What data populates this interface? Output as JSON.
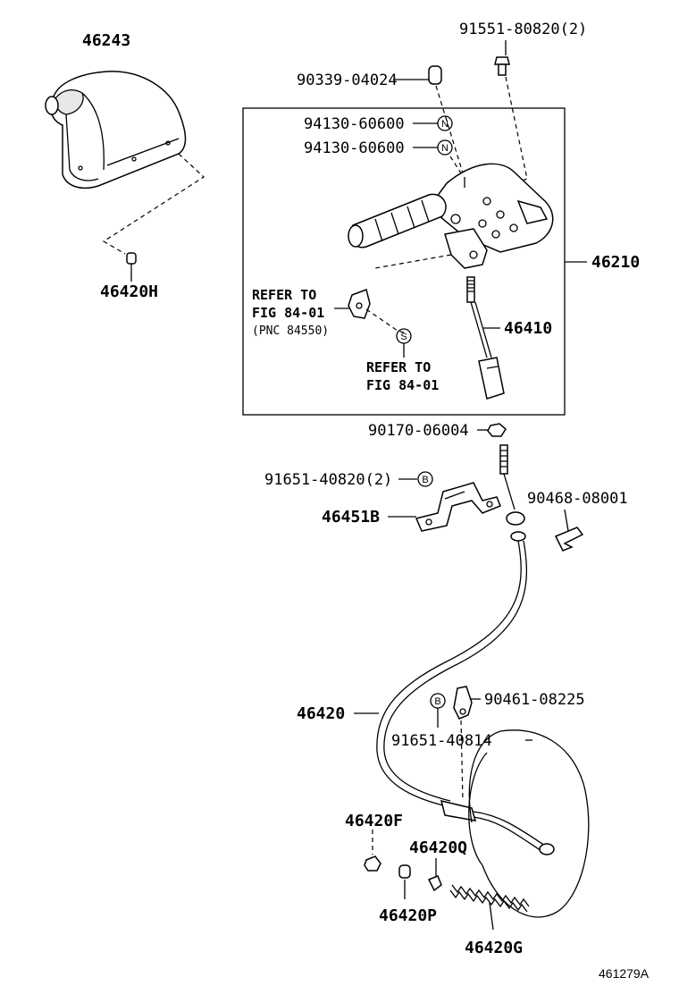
{
  "parts": {
    "p46243": "46243",
    "p91551": "91551-80820(2)",
    "p90339": "90339-04024",
    "p94130a": "94130-60600",
    "p94130b": "94130-60600",
    "p46210": "46210",
    "p46420H": "46420H",
    "p46410": "46410",
    "p90170": "90170-06004",
    "p91651a": "91651-40820(2)",
    "p46451B": "46451B",
    "p90468": "90468-08001",
    "p46420": "46420",
    "p90461": "90461-08225",
    "p91651b": "91651-40814",
    "p46420F": "46420F",
    "p46420Q": "46420Q",
    "p46420P": "46420P",
    "p46420G": "46420G"
  },
  "refs": {
    "refer1_line1": "REFER TO",
    "refer1_line2": "FIG 84-01",
    "refer1_pnc": "(PNC 84550)",
    "refer2_line1": "REFER TO",
    "refer2_line2": "FIG 84-01"
  },
  "marks": {
    "n1": "N",
    "n2": "N",
    "s": "S",
    "b1": "B",
    "b2": "B"
  },
  "figure_id": "461279A"
}
